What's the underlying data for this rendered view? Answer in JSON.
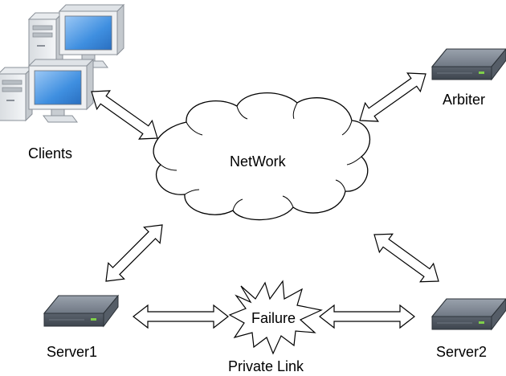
{
  "nodes": {
    "clients_label": "Clients",
    "network_label": "NetWork",
    "arbiter_label": "Arbiter",
    "server1_label": "Server1",
    "server2_label": "Server2",
    "failure_label": "Failure",
    "private_link_label": "Private Link"
  },
  "icons": {
    "clients": "desktop-computer-icon",
    "arbiter": "rack-server-icon",
    "server1": "rack-server-icon",
    "server2": "rack-server-icon",
    "network": "cloud-icon",
    "failure": "explosion-burst-icon"
  },
  "colors": {
    "server_body": "#6b7380",
    "screen": "#5fa0e0",
    "led": "#7fd04a"
  }
}
